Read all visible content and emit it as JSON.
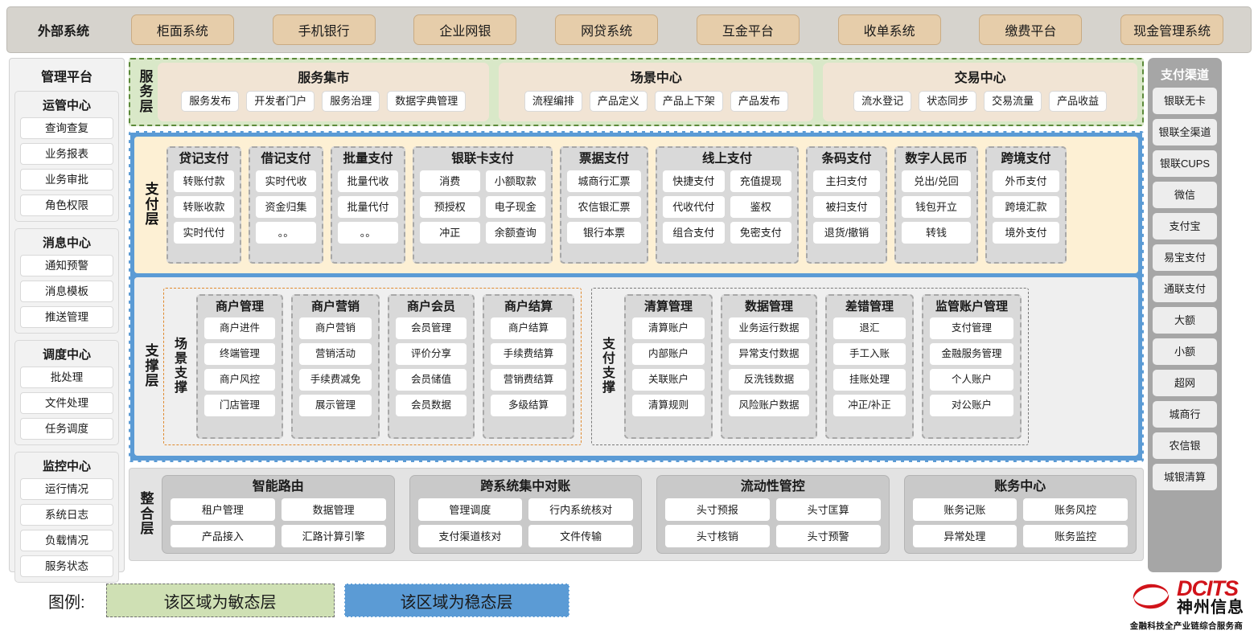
{
  "external": {
    "title": "外部系统",
    "items": [
      "柜面系统",
      "手机银行",
      "企业网银",
      "网贷系统",
      "互金平台",
      "收单系统",
      "缴费平台",
      "现金管理系统"
    ]
  },
  "management": {
    "title": "管理平台",
    "groups": [
      {
        "title": "运管中心",
        "items": [
          "查询查复",
          "业务报表",
          "业务审批",
          "角色权限"
        ]
      },
      {
        "title": "消息中心",
        "items": [
          "通知预警",
          "消息模板",
          "推送管理"
        ]
      },
      {
        "title": "调度中心",
        "items": [
          "批处理",
          "文件处理",
          "任务调度"
        ]
      },
      {
        "title": "监控中心",
        "items": [
          "运行情况",
          "系统日志",
          "负载情况",
          "服务状态"
        ]
      }
    ]
  },
  "service_layer": {
    "label": "服务层",
    "groups": [
      {
        "title": "服务集市",
        "items": [
          "服务发布",
          "开发者门户",
          "服务治理",
          "数据字典管理"
        ]
      },
      {
        "title": "场景中心",
        "items": [
          "流程编排",
          "产品定义",
          "产品上下架",
          "产品发布"
        ]
      },
      {
        "title": "交易中心",
        "items": [
          "流水登记",
          "状态同步",
          "交易流量",
          "产品收益"
        ]
      }
    ]
  },
  "payment_layer": {
    "label": "支付层",
    "groups": [
      {
        "title": "贷记支付",
        "cols": 1,
        "items": [
          "转账付款",
          "转账收款",
          "实时代付"
        ]
      },
      {
        "title": "借记支付",
        "cols": 1,
        "items": [
          "实时代收",
          "资金归集",
          "。。"
        ]
      },
      {
        "title": "批量支付",
        "cols": 1,
        "items": [
          "批量代收",
          "批量代付",
          "。。"
        ]
      },
      {
        "title": "银联卡支付",
        "cols": 2,
        "items": [
          "消费",
          "小额取款",
          "预授权",
          "电子现金",
          "冲正",
          "余额查询"
        ]
      },
      {
        "title": "票据支付",
        "cols": 1,
        "items": [
          "城商行汇票",
          "农信银汇票",
          "银行本票"
        ]
      },
      {
        "title": "线上支付",
        "cols": 2,
        "items": [
          "快捷支付",
          "充值提现",
          "代收代付",
          "鉴权",
          "组合支付",
          "免密支付"
        ]
      },
      {
        "title": "条码支付",
        "cols": 1,
        "items": [
          "主扫支付",
          "被扫支付",
          "退货/撤销"
        ]
      },
      {
        "title": "数字人民币",
        "cols": 1,
        "items": [
          "兑出/兑回",
          "钱包开立",
          "转钱"
        ]
      },
      {
        "title": "跨境支付",
        "cols": 1,
        "items": [
          "外币支付",
          "跨境汇款",
          "境外支付"
        ]
      }
    ]
  },
  "support_layer": {
    "label": "支撑层",
    "blocks": [
      {
        "sub_label": "场景支撑",
        "groups": [
          {
            "title": "商户管理",
            "items": [
              "商户进件",
              "终端管理",
              "商户风控",
              "门店管理"
            ]
          },
          {
            "title": "商户营销",
            "items": [
              "商户营销",
              "营销活动",
              "手续费减免",
              "展示管理"
            ]
          },
          {
            "title": "商户会员",
            "items": [
              "会员管理",
              "评价分享",
              "会员储值",
              "会员数据"
            ]
          },
          {
            "title": "商户结算",
            "items": [
              "商户结算",
              "手续费结算",
              "营销费结算",
              "多级结算"
            ]
          }
        ]
      },
      {
        "sub_label": "支付支撑",
        "groups": [
          {
            "title": "清算管理",
            "items": [
              "清算账户",
              "内部账户",
              "关联账户",
              "清算规则"
            ]
          },
          {
            "title": "数据管理",
            "items": [
              "业务运行数据",
              "异常支付数据",
              "反洗钱数据",
              "风险账户数据"
            ]
          },
          {
            "title": "差错管理",
            "items": [
              "退汇",
              "手工入账",
              "挂账处理",
              "冲正/补正"
            ]
          },
          {
            "title": "监管账户管理",
            "items": [
              "支付管理",
              "金融服务管理",
              "个人账户",
              "对公账户"
            ]
          }
        ]
      }
    ]
  },
  "integration_layer": {
    "label": "整合层",
    "groups": [
      {
        "title": "智能路由",
        "items": [
          "租户管理",
          "数据管理",
          "产品接入",
          "汇路计算引擎"
        ]
      },
      {
        "title": "跨系统集中对账",
        "items": [
          "管理调度",
          "行内系统核对",
          "支付渠道核对",
          "文件传输"
        ]
      },
      {
        "title": "流动性管控",
        "items": [
          "头寸预报",
          "头寸匡算",
          "头寸核销",
          "头寸预警"
        ]
      },
      {
        "title": "账务中心",
        "items": [
          "账务记账",
          "账务风控",
          "异常处理",
          "账务监控"
        ]
      }
    ]
  },
  "channels": {
    "title": "支付渠道",
    "items": [
      "银联无卡",
      "银联全渠道",
      "银联CUPS",
      "微信",
      "支付宝",
      "易宝支付",
      "通联支付",
      "大额",
      "小额",
      "超网",
      "城商行",
      "农信银",
      "城银清算"
    ]
  },
  "legend": {
    "label": "图例:",
    "agile": "该区域为敏态层",
    "stable": "该区域为稳态层",
    "agile_color": "#cfe0b4",
    "stable_color": "#5b9bd5"
  },
  "logo": {
    "en": "DCITS",
    "cn": "神州信息",
    "tagline": "金融科技全产业链综合服务商",
    "brand_color": "#d1131a"
  }
}
